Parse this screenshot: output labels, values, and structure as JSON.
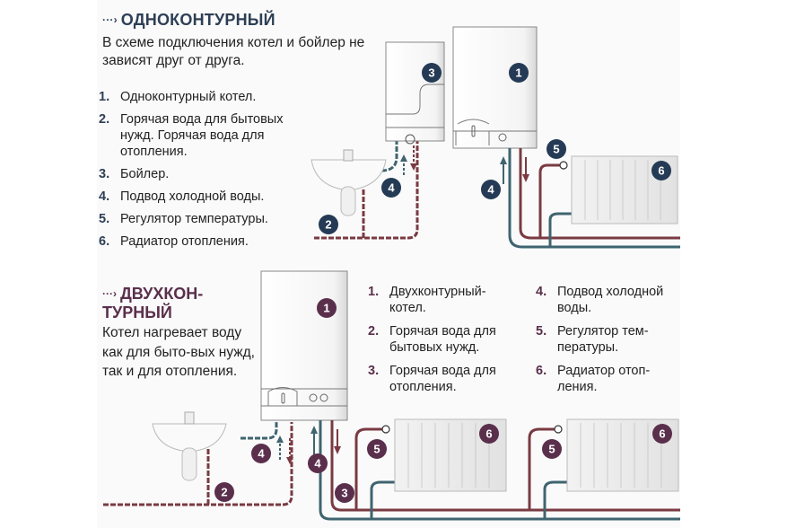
{
  "colors": {
    "single_accent": "#243a55",
    "double_accent": "#5a2f4c",
    "hot_pipe": "#7a3a42",
    "cold_pipe": "#3f6470",
    "text": "#222222",
    "panel": "#fafafa"
  },
  "single": {
    "heading_icon": "dotted-arrow-icon",
    "heading_arrow": "···›",
    "heading": "ОДНОКОНТУРНЫЙ",
    "intro": "В схеме подключения котел и бойлер не зависят друг от друга.",
    "legend": [
      {
        "num": "1.",
        "text": "Одноконтурный котел."
      },
      {
        "num": "2.",
        "text": "Горячая вода для бытовых нужд. Горячая вода для отопления."
      },
      {
        "num": "3.",
        "text": "Бойлер."
      },
      {
        "num": "4.",
        "text": "Подвод холодной воды."
      },
      {
        "num": "5.",
        "text": "Регулятор температуры."
      },
      {
        "num": "6.",
        "text": "Радиатор отопления."
      }
    ],
    "badges": {
      "boiler": "1",
      "hot_water": "2",
      "tank": "3",
      "cold_sink": "4",
      "cold_boiler": "4",
      "regulator": "5",
      "radiator": "6"
    }
  },
  "double": {
    "heading_icon": "dotted-arrow-icon",
    "heading_arrow": "···›",
    "heading": "ДВУХКОН-ТУРНЫЙ",
    "intro": "Котел нагревает воду как для быто-вых нужд, так и для отопления.",
    "legend_left": [
      {
        "num": "1.",
        "text": "Двухконтурный-котел."
      },
      {
        "num": "2.",
        "text": "Горячая вода для бытовых нужд."
      },
      {
        "num": "3.",
        "text": "Горячая вода для отопления."
      }
    ],
    "legend_right": [
      {
        "num": "4.",
        "text": "Подвод холодной воды."
      },
      {
        "num": "5.",
        "text": "Регулятор тем-пературы."
      },
      {
        "num": "6.",
        "text": "Радиатор отоп-ления."
      }
    ],
    "badges": {
      "boiler": "1",
      "hot_water": "2",
      "heating": "3",
      "cold_sink": "4",
      "cold_boiler": "4",
      "regulator_a": "5",
      "regulator_b": "5",
      "radiator_a": "6",
      "radiator_b": "6"
    }
  }
}
